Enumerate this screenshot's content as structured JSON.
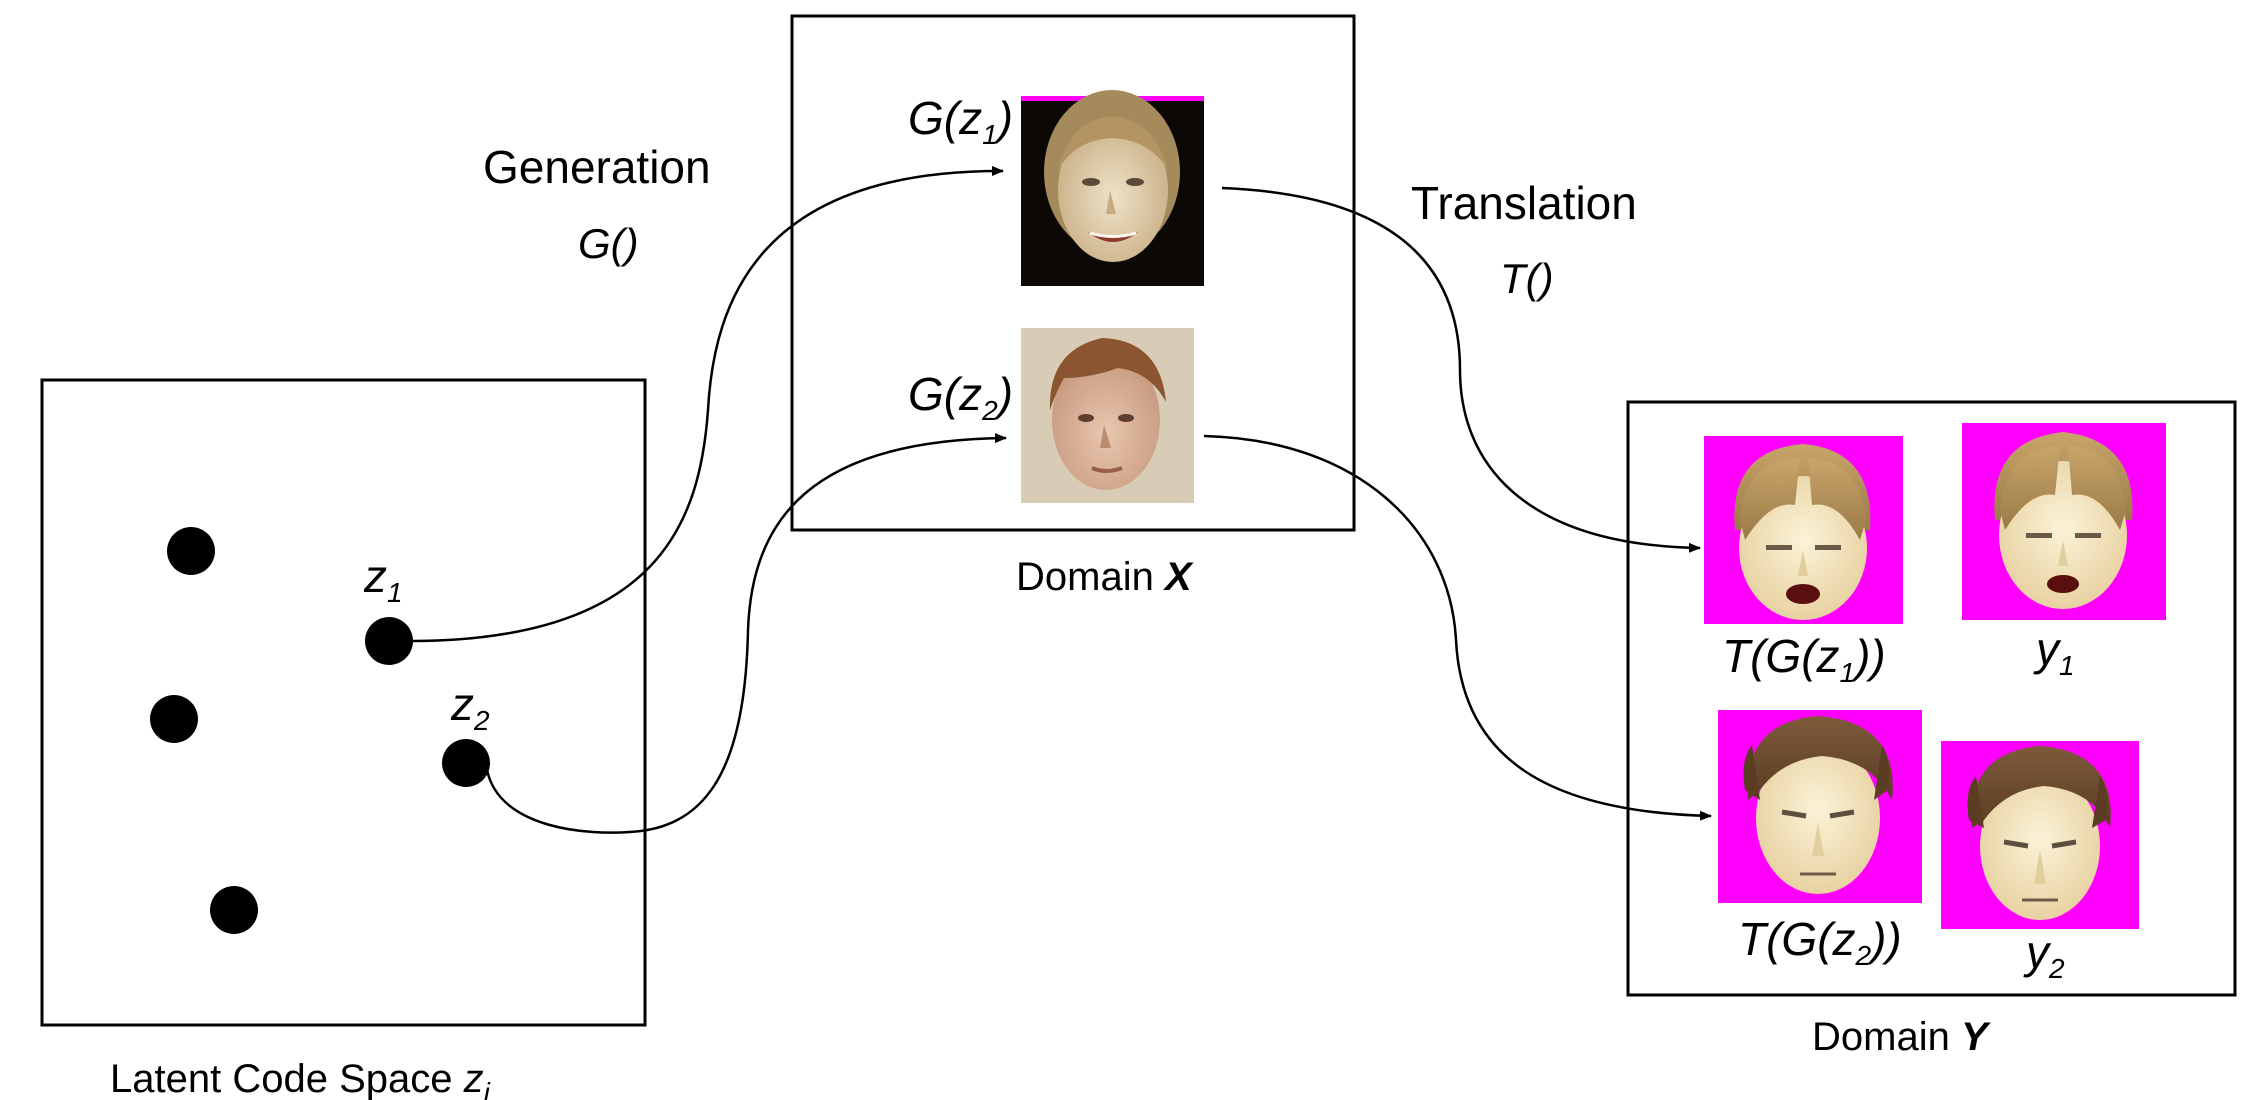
{
  "labels": {
    "latent_caption_main": "Latent Code Space ",
    "latent_caption_var": "z",
    "latent_caption_sub": "i",
    "generation_title": "Generation",
    "generation_fn": "G()",
    "translation_title": "Translation",
    "translation_fn": "T()",
    "domain_x_prefix": "Domain ",
    "domain_x_letter": "X",
    "domain_y_prefix": "Domain ",
    "domain_y_letter": "Y"
  },
  "latent_points": [
    {
      "var": "z",
      "sub": "1"
    },
    {
      "var": "z",
      "sub": "2"
    }
  ],
  "domain_x_images": [
    {
      "label_head": "G(z",
      "label_sub": "1",
      "label_tail": ")"
    },
    {
      "label_head": "G(z",
      "label_sub": "2",
      "label_tail": ")"
    }
  ],
  "domain_y_images": [
    {
      "label_head": "T(G(z",
      "label_sub": "1",
      "label_tail": "))"
    },
    {
      "label_head": "y",
      "label_sub": "1",
      "label_tail": ""
    },
    {
      "label_head": "T(G(z",
      "label_sub": "2",
      "label_tail": "))"
    },
    {
      "label_head": "y",
      "label_sub": "2",
      "label_tail": ""
    }
  ],
  "colors": {
    "avatar_background": "#ff00ff",
    "stroke": "#000000"
  }
}
